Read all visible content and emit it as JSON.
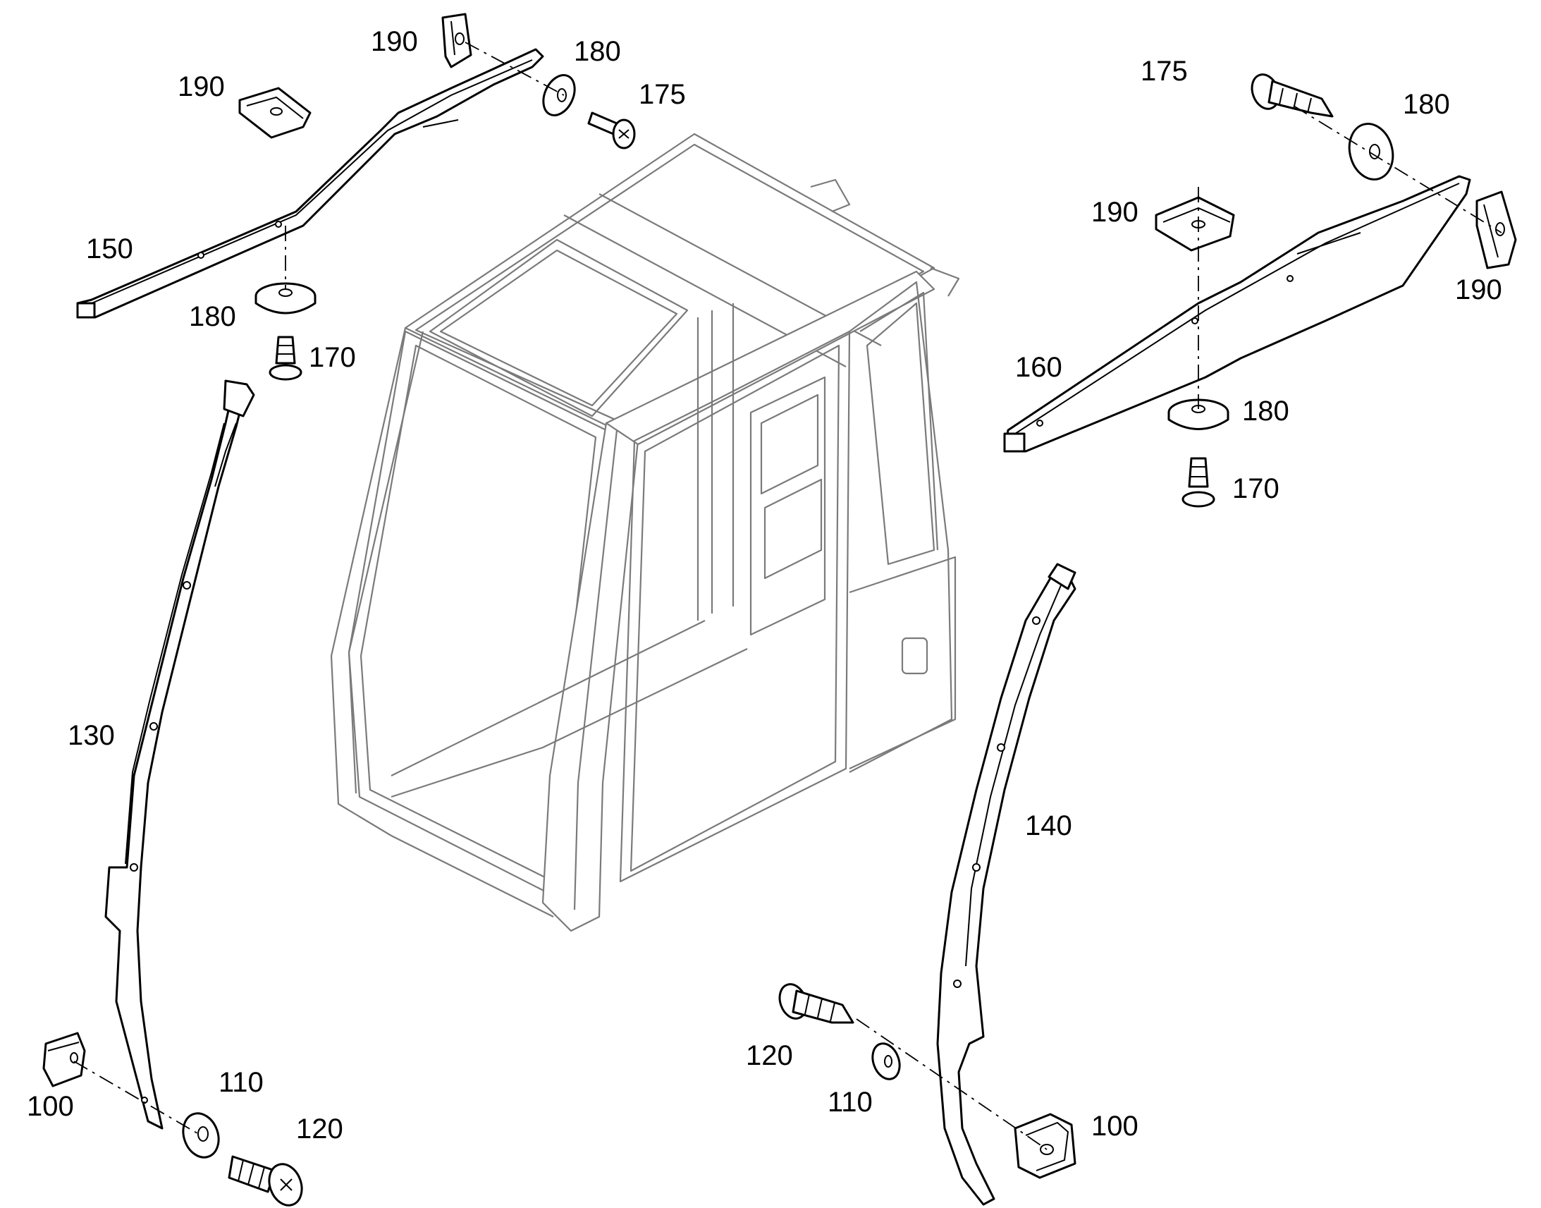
{
  "callouts": {
    "c100_left": "100",
    "c110_left": "110",
    "c120_left": "120",
    "c130": "130",
    "c150": "150",
    "c190_top_left": "190",
    "c190_top_center": "190",
    "c180_top_center": "180",
    "c175_top_center": "175",
    "c180_left": "180",
    "c170_left": "170",
    "c175_right": "175",
    "c180_right_top": "180",
    "c190_right_mid": "190",
    "c190_right_edge": "190",
    "c160": "160",
    "c180_right_bottom": "180",
    "c170_right": "170",
    "c140": "140",
    "c120_right": "120",
    "c110_right": "110",
    "c100_right": "100"
  },
  "icons": {
    "cab": "operator-cab-frame",
    "pillar_left": "a-pillar-trim-130",
    "pillar_right": "a-pillar-trim-140",
    "rail_left": "roof-rail-trim-150",
    "rail_right": "roof-rail-trim-160",
    "clip": "spring-nut-clip",
    "washer": "flat-washer",
    "screw": "tapping-screw",
    "grommet": "rubber-grommet"
  }
}
